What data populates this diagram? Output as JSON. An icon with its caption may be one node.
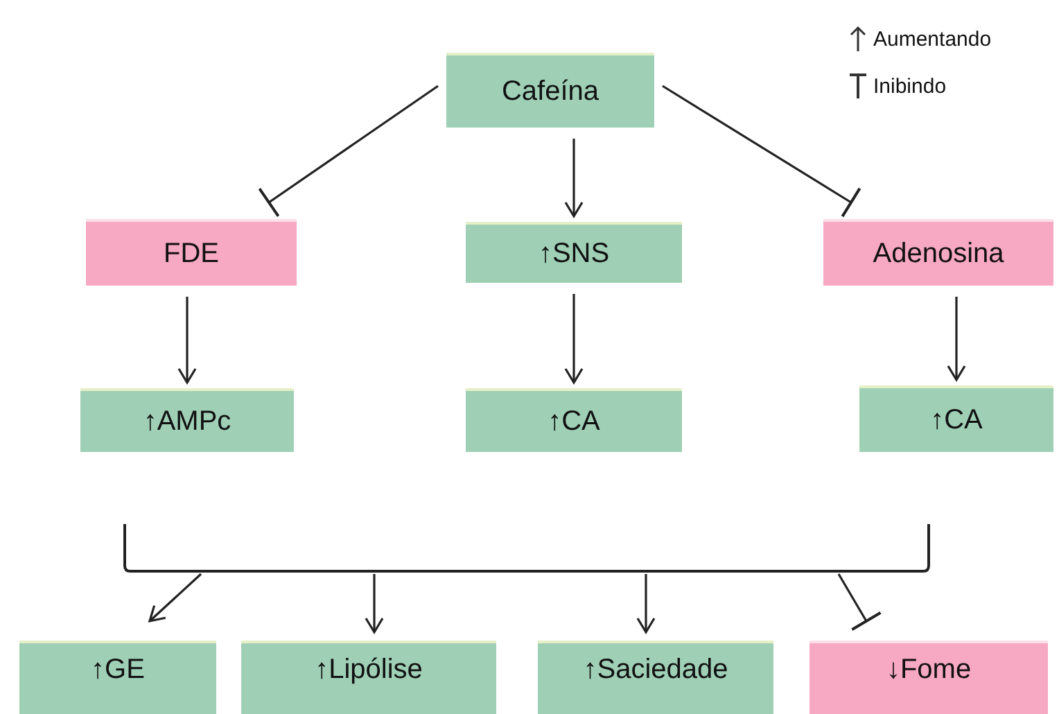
{
  "diagram": {
    "nodes": [
      {
        "text": [
          "Cafeína"
        ]
      },
      {
        "text": [
          "FDE"
        ]
      },
      {
        "text": [
          "↑SNS"
        ]
      },
      {
        "text": [
          "Adenosina"
        ]
      },
      {
        "text": [
          "↑AMPc"
        ]
      },
      {
        "text": [
          "↑CA"
        ]
      },
      {
        "text": [
          "↑CA"
        ]
      },
      {
        "text": [
          "↑GE"
        ]
      },
      {
        "text": [
          "↑Lipólise"
        ]
      },
      {
        "text": [
          "↑Saciedade"
        ]
      },
      {
        "text": [
          "↓Fome"
        ]
      }
    ],
    "edges": [
      {
        "from": 0,
        "to": 1,
        "arrow": "other"
      },
      {
        "from": 0,
        "to": 2,
        "arrow": "to"
      },
      {
        "from": 0,
        "to": 3,
        "arrow": "other"
      },
      {
        "from": 1,
        "to": 4,
        "arrow": "to"
      },
      {
        "from": 2,
        "to": 5,
        "arrow": "to"
      },
      {
        "from": 3,
        "to": 6,
        "arrow": "to"
      },
      {
        "from": 4,
        "to": 7,
        "arrow": "to"
      },
      {
        "from": 4,
        "to": 8,
        "arrow": "to"
      },
      {
        "from": 4,
        "to": 9,
        "arrow": "to"
      },
      {
        "from": 4,
        "to": 10,
        "arrow": "other"
      },
      {
        "from": 6,
        "to": 7,
        "arrow": "to"
      },
      {
        "from": 6,
        "to": 8,
        "arrow": "to"
      },
      {
        "from": 6,
        "to": 9,
        "arrow": "to"
      },
      {
        "from": 6,
        "to": 10,
        "arrow": "other"
      }
    ],
    "legend": [
      {
        "text": "Aumentando"
      },
      {
        "text": "Inibindo"
      }
    ]
  }
}
